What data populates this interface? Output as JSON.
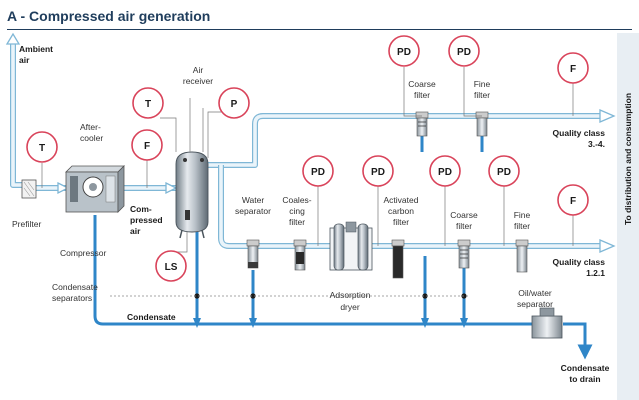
{
  "title": "A - Compressed air generation",
  "labels": {
    "ambient_air_1": "Ambient",
    "ambient_air_2": "air",
    "prefilter": "Prefilter",
    "compressor": "Compressor",
    "aftercooler_1": "After-",
    "aftercooler_2": "cooler",
    "compressed_air_1": "Com-",
    "compressed_air_2": "pressed",
    "compressed_air_3": "air",
    "air_receiver_1": "Air",
    "air_receiver_2": "receiver",
    "water_separator_1": "Water",
    "water_separator_2": "separator",
    "coalescing_filter_1": "Coales-",
    "coalescing_filter_2": "cing",
    "coalescing_filter_3": "filter",
    "activated_carbon_1": "Activated",
    "activated_carbon_2": "carbon",
    "activated_carbon_3": "filter",
    "coarse_filter_lower_1": "Coarse",
    "coarse_filter_lower_2": "filter",
    "fine_filter_lower_1": "Fine",
    "fine_filter_lower_2": "filter",
    "coarse_filter_upper_1": "Coarse",
    "coarse_filter_upper_2": "filter",
    "fine_filter_upper_1": "Fine",
    "fine_filter_upper_2": "filter",
    "quality_class_upper_1": "Quality class",
    "quality_class_upper_2": "3.-4.",
    "quality_class_lower_1": "Quality class",
    "quality_class_lower_2": "1.2.1",
    "condensate_separators_1": "Condensate",
    "condensate_separators_2": "separators",
    "condensate": "Condensate",
    "adsorption_dryer_1": "Adsorption",
    "adsorption_dryer_2": "dryer",
    "oil_water_separator_1": "Oil/water",
    "oil_water_separator_2": "separator",
    "condensate_to_drain_1": "Condensate",
    "condensate_to_drain_2": "to drain",
    "distribution": "To distribution and consumption"
  },
  "badges": {
    "t_main": "T",
    "f_main": "F",
    "t_receiver": "T",
    "p_receiver": "P",
    "ls_receiver": "LS",
    "pd_coarse_upper": "PD",
    "pd_fine_upper": "PD",
    "f_upper": "F",
    "pd_coalescing": "PD",
    "pd_activated": "PD",
    "pd_coarse_lower": "PD",
    "pd_fine_lower": "PD",
    "f_lower": "F"
  },
  "colors": {
    "title": "#1f3d5c",
    "pipe_air_outline": "#7fb7d6",
    "pipe_air_fill": "#eaf4fa",
    "condensate": "#2f86c8",
    "badge_border": "#d9435a",
    "badge_fill": "#ffffff",
    "right_bar": "#e8eef3"
  }
}
